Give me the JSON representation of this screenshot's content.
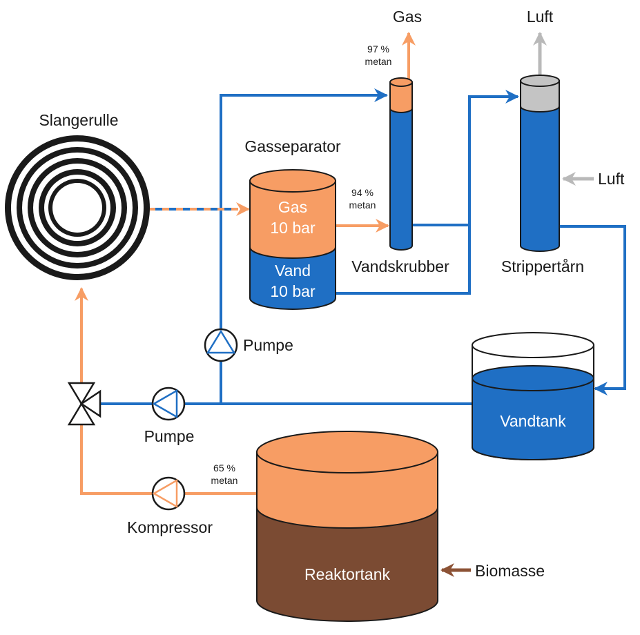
{
  "colors": {
    "water": "#1f6fc4",
    "gas": "#f79d64",
    "air": "#b9b9b9",
    "biomass": "#7b4b33",
    "pipe_blue": "#1f6fc4",
    "pipe_orange": "#f79d64"
  },
  "labels": {
    "slangerulle": "Slangerulle",
    "gasseparator": "Gasseparator",
    "sep_gas": "Gas",
    "sep_gas_pressure": "10 bar",
    "sep_vand": "Vand",
    "sep_vand_pressure": "10 bar",
    "sep_methane_pct": "94 %",
    "sep_methane_word": "metan",
    "gas_out": "Gas",
    "gas_out_pct": "97 %",
    "gas_out_word": "metan",
    "vandskrubber": "Vandskrubber",
    "luft_out": "Luft",
    "luft_in": "Luft",
    "strippertarn": "Strippertårn",
    "pumpe_upper": "Pumpe",
    "pumpe_lower": "Pumpe",
    "vandtank": "Vandtank",
    "reactor_pct": "65 %",
    "reactor_word": "metan",
    "kompressor": "Kompressor",
    "reaktortank": "Reaktortank",
    "biomasse": "Biomasse"
  }
}
